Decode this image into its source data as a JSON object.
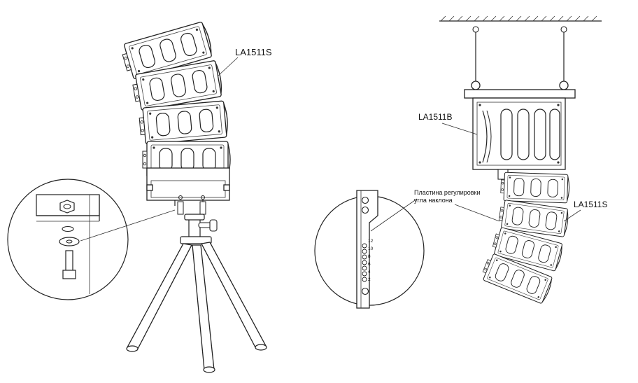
{
  "labels": {
    "left_array": "LA1511S",
    "bracket": "LA1511B",
    "right_array": "LA1511S",
    "tilt_plate_line1": "Пластина регулировки",
    "tilt_plate_line2": "угла наклона"
  },
  "scale_numbers": [
    "12",
    "10",
    "8",
    "6",
    "4",
    "2"
  ]
}
